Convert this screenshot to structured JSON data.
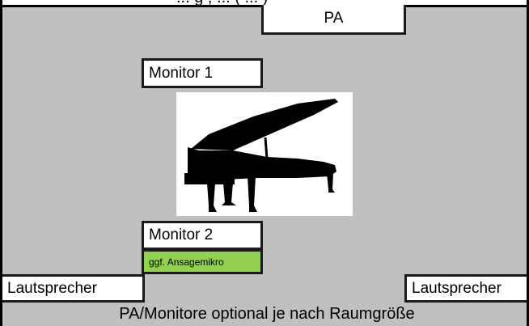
{
  "stage_plan": {
    "header_partial": "... g , ... ( ... )",
    "pa_label": "PA",
    "monitor1_label": "Monitor 1",
    "monitor2_label": "Monitor 2",
    "mic_label": "ggf. Ansagemikro",
    "speaker_left_label": "Lautsprecher",
    "speaker_right_label": "Lautsprecher",
    "footer_note": "PA/Monitore optional je nach Raumgröße",
    "instrument_icon": "grand-piano-icon"
  },
  "colors": {
    "stage_background": "#c0c0c0",
    "box_background": "#ffffff",
    "mic_highlight": "#92d050",
    "border": "#1a1a1a"
  }
}
